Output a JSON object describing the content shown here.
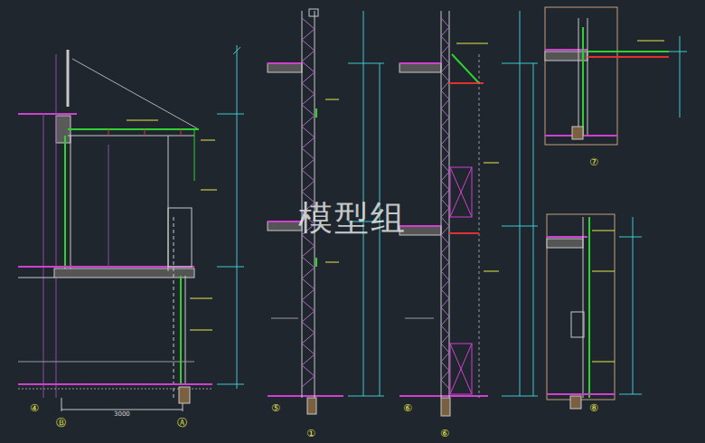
{
  "diagram": {
    "labels": [
      "模型组",
      "④",
      "Ⓑ",
      "Ⓐ",
      "3000",
      "⑤",
      "①",
      "⑥",
      "⑥",
      "⑦",
      "⑧"
    ]
  }
}
